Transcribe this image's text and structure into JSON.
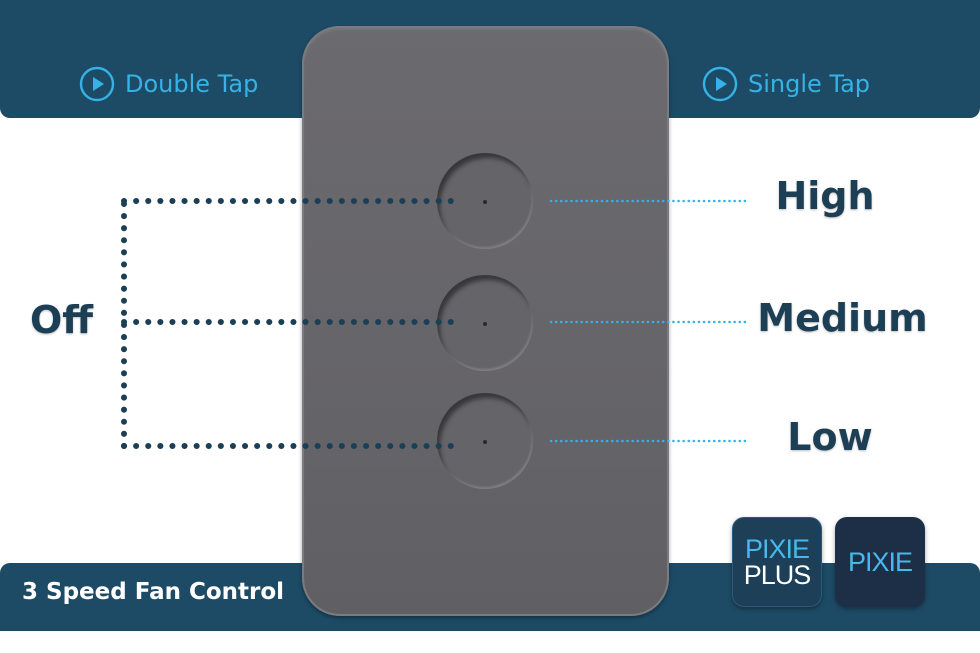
{
  "header": {
    "double_tap": {
      "label": "Double Tap",
      "icon": "play-circle-icon"
    },
    "single_tap": {
      "label": "Single Tap",
      "icon": "play-circle-icon"
    }
  },
  "speeds": {
    "high": "High",
    "medium": "Medium",
    "low": "Low",
    "off": "Off"
  },
  "footer": {
    "title": "3 Speed Fan Control"
  },
  "logos": {
    "pixie_plus": {
      "line1": "PIXIE",
      "line2": "PLUS"
    },
    "pixie": {
      "line1": "PIXIE"
    }
  },
  "colors": {
    "band": "#1d4b66",
    "accent_blue": "#35b2e6",
    "label_dark": "#1d3f55",
    "switch_plate": "#666569"
  }
}
